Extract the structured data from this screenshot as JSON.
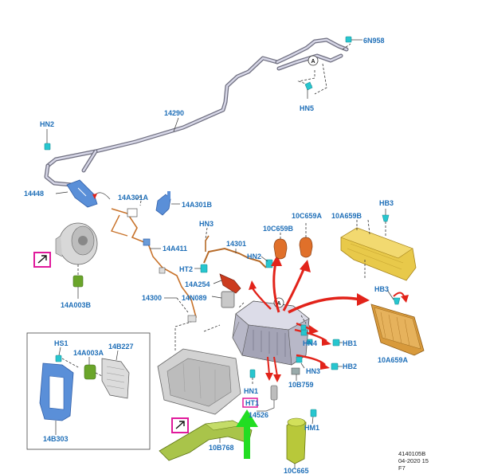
{
  "labels": {
    "n6N958": "6N958",
    "hn5": "HN5",
    "n14290": "14290",
    "hn2_top": "HN2",
    "n14448": "14448",
    "n14A301A": "14A301A",
    "n14A301B": "14A301B",
    "n14A003B": "14A003B",
    "hn3_mid": "HN3",
    "ht2": "HT2",
    "n14A411": "14A411",
    "n14301": "14301",
    "hn2_mid": "HN2",
    "n14A254": "14A254",
    "n14300": "14300",
    "n14N089": "14N089",
    "n10C659B": "10C659B",
    "n10C659A": "10C659A",
    "n10A659B": "10A659B",
    "hb3_top": "HB3",
    "hb3_mid": "HB3",
    "hn4": "HN4",
    "hb1": "HB1",
    "hn3_low": "HN3",
    "hb2": "HB2",
    "n10A659A": "10A659A",
    "hs1": "HS1",
    "n14A003A": "14A003A",
    "n14B227": "14B227",
    "n14B303": "14B303",
    "hn1": "HN1",
    "ht1": "HT1",
    "n10B759": "10B759",
    "n14526": "14526",
    "hm1": "HM1",
    "n10B768": "10B768",
    "n10C665": "10C665"
  },
  "callout_a": "A",
  "meta": {
    "line1": "4140105B",
    "line2": "04-2020 15",
    "line3": "F7"
  },
  "colors": {
    "label": "#1f6fb8",
    "arrow": "#e2231a",
    "highlight_arrow": "#22dd22",
    "highlight_box": "#e0199b",
    "yellow_part": "#e8c94a",
    "orange_part": "#e0702a",
    "clip": "#27c6cf"
  }
}
